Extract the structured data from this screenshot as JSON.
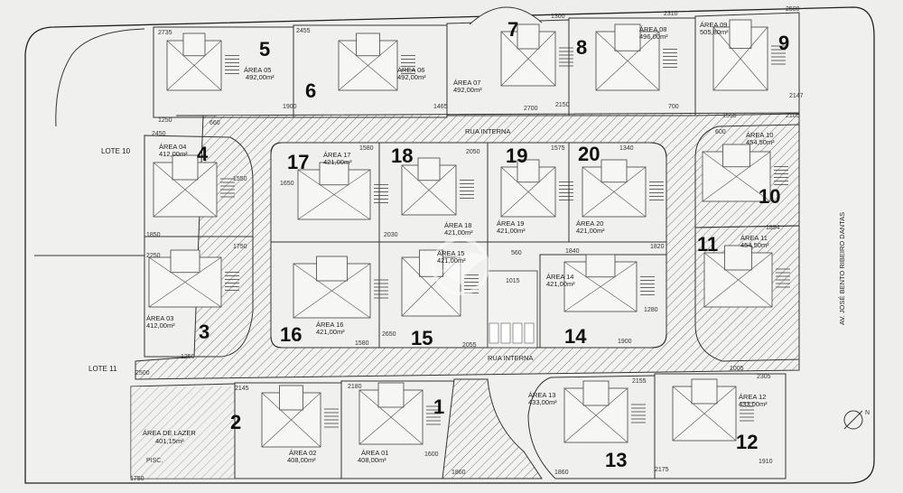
{
  "lots": [
    {
      "num": "1",
      "area_label": "ÁREA 01",
      "area": "408,00m²"
    },
    {
      "num": "2",
      "area_label": "ÁREA 02",
      "area": "408,00m²"
    },
    {
      "num": "3",
      "area_label": "ÁREA 03",
      "area": "412,00m²"
    },
    {
      "num": "4",
      "area_label": "ÁREA 04",
      "area": "412,00m²"
    },
    {
      "num": "5",
      "area_label": "ÁREA 05",
      "area": "492,00m²"
    },
    {
      "num": "6",
      "area_label": "ÁREA 06",
      "area": "492,00m²"
    },
    {
      "num": "7",
      "area_label": "ÁREA 07",
      "area": "492,00m²"
    },
    {
      "num": "8",
      "area_label": "ÁREA 08",
      "area": "496,00m²"
    },
    {
      "num": "9",
      "area_label": "ÁREA 09",
      "area": "505,80m²"
    },
    {
      "num": "10",
      "area_label": "ÁREA 10",
      "area": "454,50m²"
    },
    {
      "num": "11",
      "area_label": "ÁREA 11",
      "area": "454,50m²"
    },
    {
      "num": "12",
      "area_label": "ÁREA 12",
      "area": "433,00m²"
    },
    {
      "num": "13",
      "area_label": "ÁREA 13",
      "area": "433,00m²"
    },
    {
      "num": "14",
      "area_label": "ÁREA 14",
      "area": "421,00m²"
    },
    {
      "num": "15",
      "area_label": "ÁREA 15",
      "area": "421,00m²"
    },
    {
      "num": "16",
      "area_label": "ÁREA 16",
      "area": "421,00m²"
    },
    {
      "num": "17",
      "area_label": "ÁREA 17",
      "area": "421,00m²"
    },
    {
      "num": "18",
      "area_label": "ÁREA 18",
      "area": "421,00m²"
    },
    {
      "num": "19",
      "area_label": "ÁREA 19",
      "area": "421,00m²"
    },
    {
      "num": "20",
      "area_label": "ÁREA 20",
      "area": "421,00m²"
    }
  ],
  "labels": {
    "lote10": "LOTE 10",
    "lote11": "LOTE 11",
    "rua_interna_top": "RUA INTERNA",
    "rua_interna_bottom": "RUA INTERNA",
    "avenue": "AV. JOSÉ BENTO RIBEIRO DANTAS",
    "lazer_title": "ÁREA DE LAZER",
    "lazer_area": "401,15m²",
    "lazer_sub": "PISC."
  },
  "dimensions": [
    "2735",
    "2455",
    "1300",
    "2310",
    "2500",
    "1250",
    "660",
    "1900",
    "1465",
    "2700",
    "2150",
    "700",
    "1555",
    "2105",
    "2147",
    "2450",
    "1580",
    "2050",
    "1575",
    "1340",
    "600",
    "1550",
    "1650",
    "1750",
    "2250",
    "1850",
    "2030",
    "560",
    "1840",
    "1820",
    "1894",
    "1280",
    "1015",
    "1250",
    "2500",
    "2145",
    "2180",
    "2155",
    "2305",
    "1005",
    "2055",
    "1860",
    "2175",
    "1910",
    "1600",
    "1750",
    "1860",
    "1900",
    "1580",
    "2650"
  ]
}
